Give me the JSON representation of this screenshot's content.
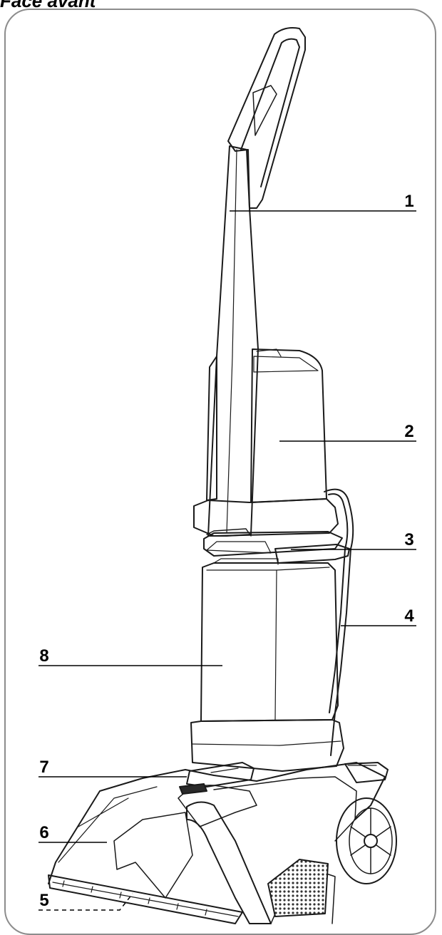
{
  "title": "Face avant",
  "callouts": [
    {
      "label": "1"
    },
    {
      "label": "2"
    },
    {
      "label": "3"
    },
    {
      "label": "4"
    },
    {
      "label": "5"
    },
    {
      "label": "6"
    },
    {
      "label": "7"
    },
    {
      "label": "8"
    }
  ],
  "colors": {
    "outline": "#1a1a1a",
    "frame": "#8c8c8c",
    "leader": "#000000"
  }
}
